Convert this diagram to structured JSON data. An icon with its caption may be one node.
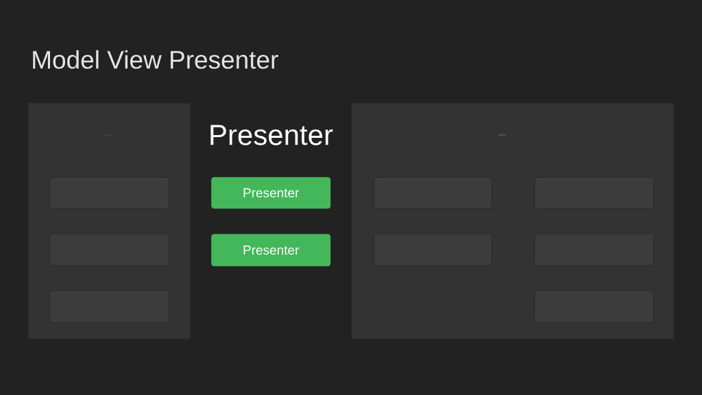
{
  "diagram": {
    "title": "Model View Presenter",
    "nodes": [
      {
        "text": [],
        "shape": "box"
      },
      {
        "text": [],
        "shape": "box",
        "in": 0
      },
      {
        "text": [],
        "shape": "box",
        "in": 0
      },
      {
        "text": [],
        "shape": "box",
        "in": 0
      },
      {
        "text": [
          "Presenter"
        ]
      },
      {
        "text": [
          "Presenter"
        ]
      },
      {
        "text": [
          "Presenter"
        ]
      },
      {
        "text": [],
        "shape": "box"
      },
      {
        "text": [],
        "shape": "box",
        "in": 7
      },
      {
        "text": [],
        "shape": "box",
        "in": 7
      },
      {
        "text": [],
        "shape": "box",
        "in": 7
      },
      {
        "text": [],
        "shape": "box",
        "in": 7
      },
      {
        "text": [],
        "shape": "box",
        "in": 7
      }
    ]
  }
}
